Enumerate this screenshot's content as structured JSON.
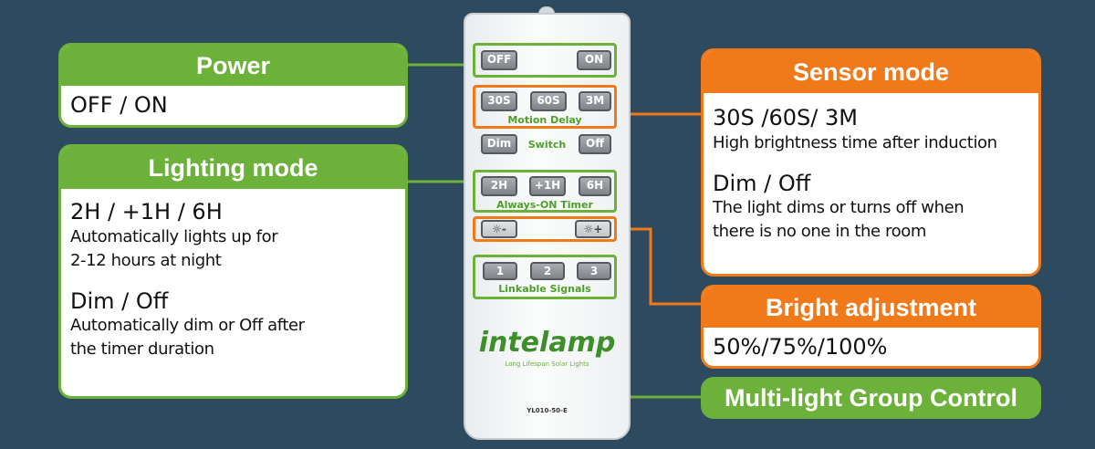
{
  "power": {
    "title": "Power",
    "text": "OFF / ON"
  },
  "lighting": {
    "title": "Lighting mode",
    "line1": "2H / +1H / 6H",
    "desc1a": "Automatically lights up for",
    "desc1b": "2-12 hours at night",
    "line2": "Dim / Off",
    "desc2a": "Automatically dim or Off after",
    "desc2b": "the timer duration"
  },
  "sensor": {
    "title": "Sensor mode",
    "line1": "30S /60S/ 3M",
    "desc1": "High brightness time after induction",
    "line2": "Dim / Off",
    "desc2a": "The light dims or turns off when",
    "desc2b": "there is no one in the room"
  },
  "bright": {
    "title": "Bright adjustment",
    "text": "50%/75%/100%"
  },
  "group": {
    "title": "Multi-light Group Control"
  },
  "remote": {
    "off": "OFF",
    "on": "ON",
    "d30": "30S",
    "d60": "60S",
    "d3m": "3M",
    "motion_label": "Motion Delay",
    "dim": "Dim",
    "switch_label": "Switch",
    "off2": "Off",
    "t2h": "2H",
    "t1h": "+1H",
    "t6h": "6H",
    "timer_label": "Always-ON Timer",
    "bminus": "☼-",
    "bplus": "☼+",
    "s1": "1",
    "s2": "2",
    "s3": "3",
    "link_label": "Linkable Signals",
    "logo": "intelamp",
    "tagline": "Long Lifespan Solar Lights",
    "model": "YL010-50-E"
  },
  "colors": {
    "background": "#2e4a5e",
    "green": "#6cb13a",
    "orange": "#f07a1a"
  }
}
